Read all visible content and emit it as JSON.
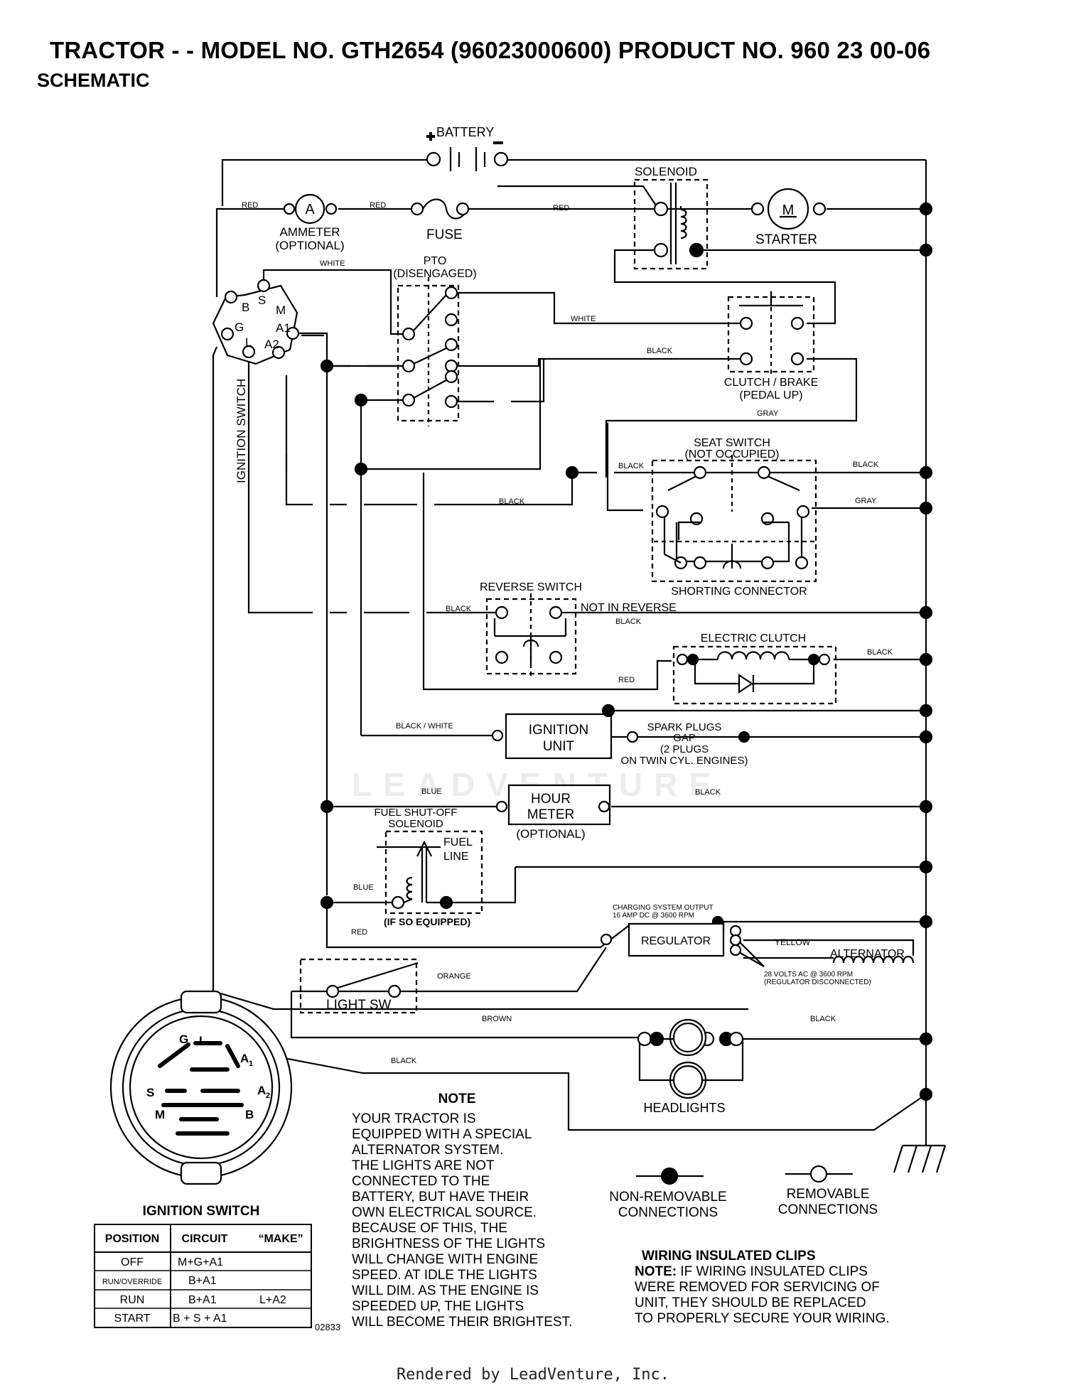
{
  "header": {
    "title": "TRACTOR - - MODEL NO. GTH2654 (96023000600) PRODUCT NO. 960 23 00-06",
    "subtitle": "SCHEMATIC"
  },
  "components": {
    "battery": "BATTERY",
    "solenoid": "SOLENOID",
    "ammeter_symbol": "A",
    "ammeter_1": "AMMETER",
    "ammeter_2": "(OPTIONAL)",
    "fuse": "FUSE",
    "starter_symbol": "M",
    "starter": "STARTER",
    "pto_1": "PTO",
    "pto_2": "(DISENGAGED)",
    "clutch_brake_1": "CLUTCH / BRAKE",
    "clutch_brake_2": "(PEDAL UP)",
    "seat_switch_1": "SEAT SWITCH",
    "seat_switch_2": "(NOT OCCUPIED)",
    "shorting_connector": "SHORTING CONNECTOR",
    "reverse_switch": "REVERSE SWITCH",
    "not_in_reverse": "NOT IN REVERSE",
    "electric_clutch": "ELECTRIC CLUTCH",
    "ignition_unit_1": "IGNITION",
    "ignition_unit_2": "UNIT",
    "spark_plugs_1": "SPARK PLUGS",
    "spark_plugs_2": "GAP",
    "spark_plugs_3": "(2 PLUGS",
    "spark_plugs_4": "ON TWIN CYL. ENGINES)",
    "hour_meter_1": "HOUR",
    "hour_meter_2": "METER",
    "hour_meter_3": "(OPTIONAL)",
    "fuel_solenoid_1": "FUEL SHUT-OFF",
    "fuel_solenoid_2": "SOLENOID",
    "fuel_line_1": "FUEL",
    "fuel_line_2": "LINE",
    "fuel_solenoid_3": "(IF SO EQUIPPED)",
    "charging_1": "CHARGING SYSTEM OUTPUT",
    "charging_2": "16 AMP DC @ 3600 RPM",
    "regulator": "REGULATOR",
    "alternator": "ALTERNATOR",
    "alt_ac_1": "28 VOLTS AC @ 3600 RPM",
    "alt_ac_2": "(REGULATOR DISCONNECTED)",
    "light_sw": "LIGHT SW",
    "headlights": "HEADLIGHTS",
    "ignition_switch_vertical": "IGNITION SWITCH",
    "part_no": "02833"
  },
  "ignition_terminals": {
    "b": "B",
    "s": "S",
    "m": "M",
    "g": "G",
    "a1": "A1",
    "l": "L",
    "a2": "A2"
  },
  "wires": {
    "red": "RED",
    "white": "WHITE",
    "black": "BLACK",
    "gray": "GRAY",
    "black_white": "BLACK / WHITE",
    "blue": "BLUE",
    "yellow": "YELLOW",
    "orange": "ORANGE",
    "brown": "BROWN"
  },
  "switch_face": {
    "g": "G",
    "l": "L",
    "a1": "A",
    "a1_sub": "1",
    "s": "S",
    "a2": "A",
    "a2_sub": "2",
    "m": "M",
    "b": "B"
  },
  "ignition_table": {
    "caption": "IGNITION SWITCH",
    "headers": [
      "POSITION",
      "CIRCUIT",
      "“MAKE”"
    ],
    "rows": [
      {
        "position": "OFF",
        "make": "M+G+A1",
        "extra": ""
      },
      {
        "position": "RUN/OVERRIDE",
        "make": "B+A1",
        "extra": ""
      },
      {
        "position": "RUN",
        "make": "B+A1",
        "extra": "L+A2"
      },
      {
        "position": "START",
        "make": "B + S + A1",
        "extra": ""
      }
    ]
  },
  "note": {
    "heading": "NOTE",
    "lines": [
      "YOUR TRACTOR IS",
      "EQUIPPED WITH A SPECIAL",
      "ALTERNATOR SYSTEM.",
      "THE LIGHTS ARE NOT",
      "CONNECTED TO THE",
      "BATTERY, BUT HAVE THEIR",
      "OWN ELECTRICAL SOURCE.",
      "BECAUSE OF THIS, THE",
      "BRIGHTNESS OF THE LIGHTS",
      "WILL CHANGE WITH ENGINE",
      "SPEED.  AT IDLE THE LIGHTS",
      "WILL DIM.  AS THE ENGINE IS",
      "SPEEDED UP, THE LIGHTS",
      "WILL BECOME THEIR BRIGHTEST."
    ]
  },
  "legend": {
    "non_removable_1": "NON-REMOVABLE",
    "non_removable_2": "CONNECTIONS",
    "removable_1": "REMOVABLE",
    "removable_2": "CONNECTIONS"
  },
  "clips": {
    "heading": "WIRING INSULATED CLIPS",
    "note_label": "NOTE:",
    "line1": " IF WIRING INSULATED CLIPS",
    "line2": "WERE REMOVED FOR SERVICING OF",
    "line3": " UNIT, THEY SHOULD BE REPLACED",
    "line4": "TO PROPERLY SECURE YOUR WIRING."
  },
  "watermark": "LEADVENTURE",
  "footer": "Rendered by LeadVenture, Inc."
}
